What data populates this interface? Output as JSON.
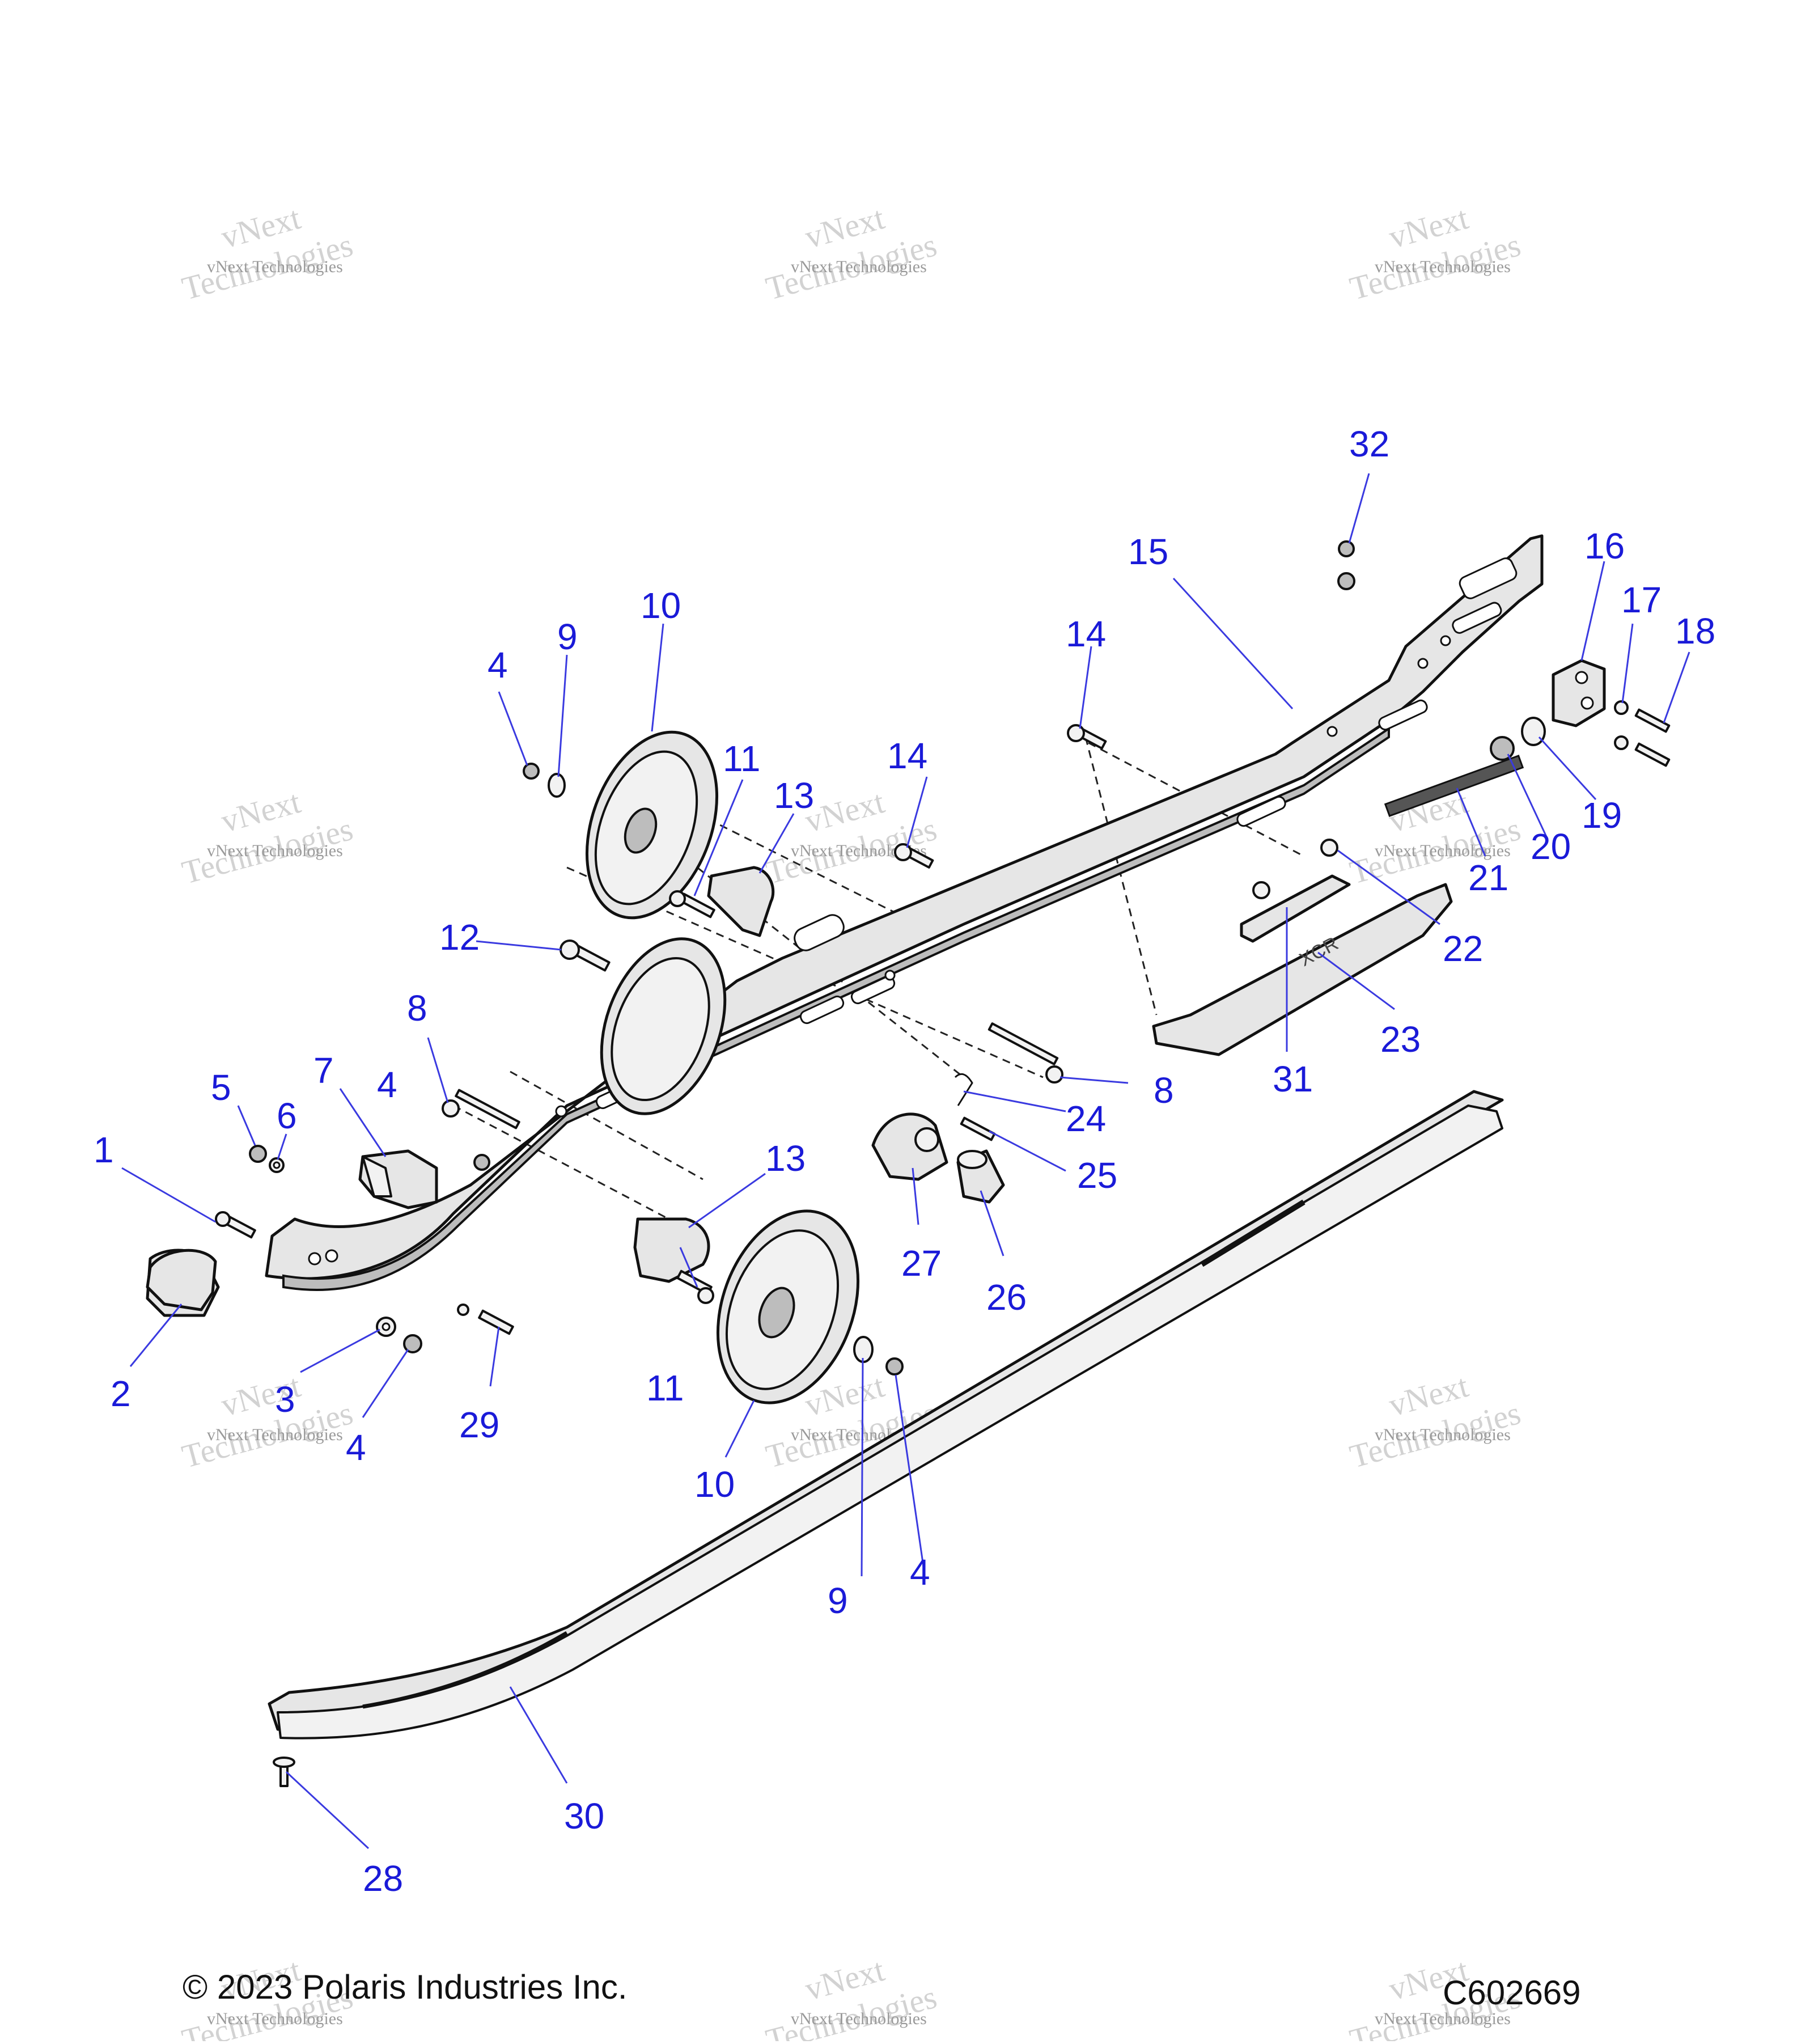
{
  "callouts": [
    "1",
    "2",
    "3",
    "4",
    "5",
    "6",
    "7",
    "8",
    "9",
    "10",
    "11",
    "12",
    "13",
    "14",
    "15",
    "16",
    "17",
    "18",
    "19",
    "20",
    "21",
    "22",
    "23",
    "24",
    "25",
    "26",
    "27",
    "28",
    "29",
    "30",
    "31",
    "32"
  ],
  "watermark": {
    "line1": "vNext",
    "line2": "Technologies",
    "small": "vNext Technologies"
  },
  "copyright": "© 2023 Polaris Industries Inc.",
  "figure_code": "C602669",
  "rail_logo_text": "XCR"
}
